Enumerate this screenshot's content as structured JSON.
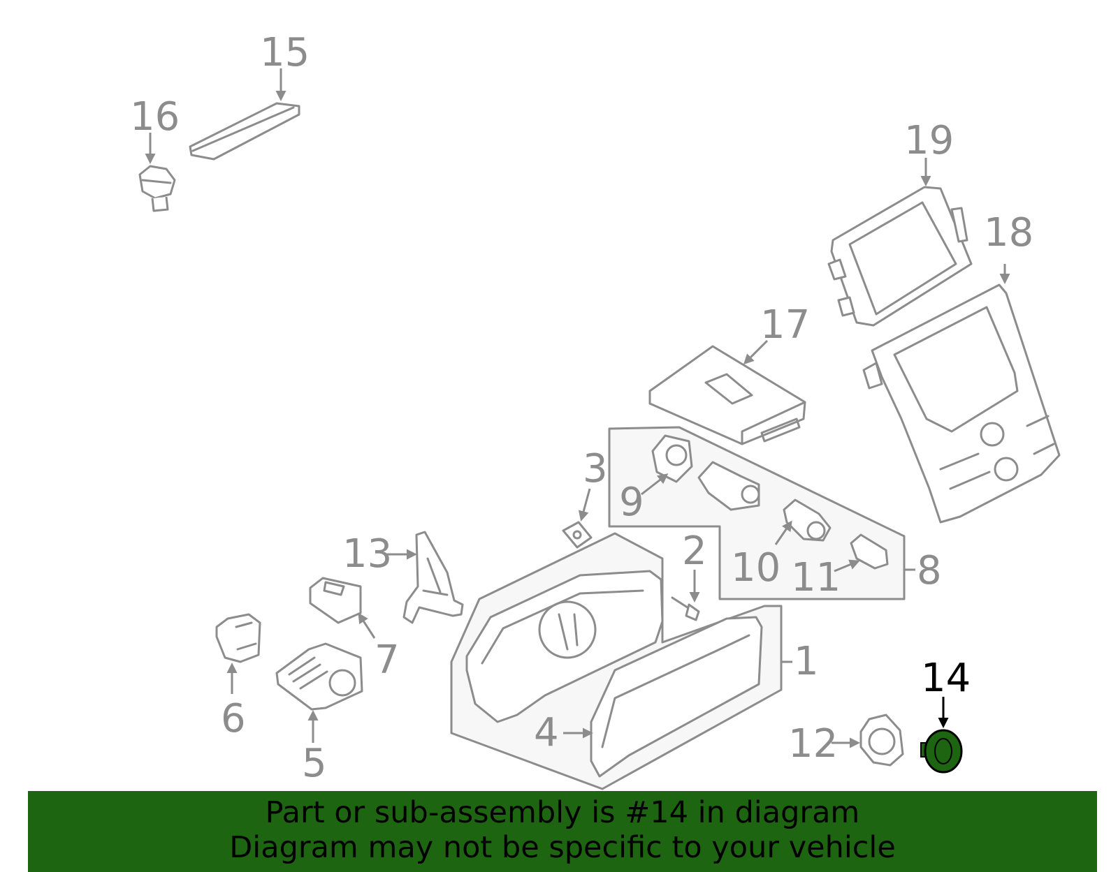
{
  "callouts": {
    "c1": "1",
    "c2": "2",
    "c3": "3",
    "c4": "4",
    "c5": "5",
    "c6": "6",
    "c7": "7",
    "c8": "8",
    "c9": "9",
    "c10": "10",
    "c11": "11",
    "c12": "12",
    "c13": "13",
    "c14": "14",
    "c15": "15",
    "c16": "16",
    "c17": "17",
    "c18": "18",
    "c19": "19"
  },
  "highlight": {
    "part_number": "14",
    "color": "#1e6512"
  },
  "colors": {
    "line": "#8c8c8c",
    "banner": "#1e6512",
    "background": "#ffffff"
  },
  "banner": {
    "line1": "Part or sub-assembly is #14 in diagram",
    "line2": "Diagram may not be specific to your vehicle"
  }
}
